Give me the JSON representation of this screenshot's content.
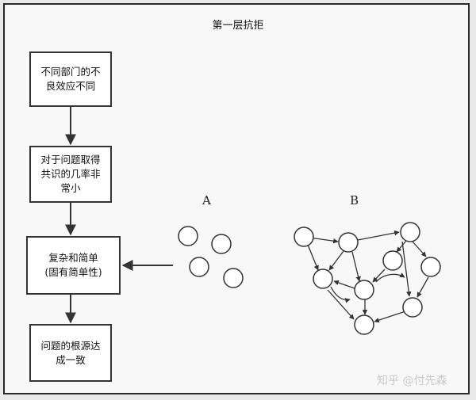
{
  "title": "第一层抗拒",
  "boxes": [
    {
      "text": "不同部门的不\n良效应不同"
    },
    {
      "text": "对于问题取得\n共识的几率非\n常小"
    },
    {
      "text": "复杂和简单\n(固有简单性)"
    },
    {
      "text": "问题的根源达\n成一致"
    }
  ],
  "graph_a": {
    "label": "A"
  },
  "graph_b": {
    "label": "B"
  },
  "watermark": "知乎 @付先森",
  "colors": {
    "line": "#333333",
    "background": "#f8f8f8",
    "outer": "#e9e9e9"
  }
}
